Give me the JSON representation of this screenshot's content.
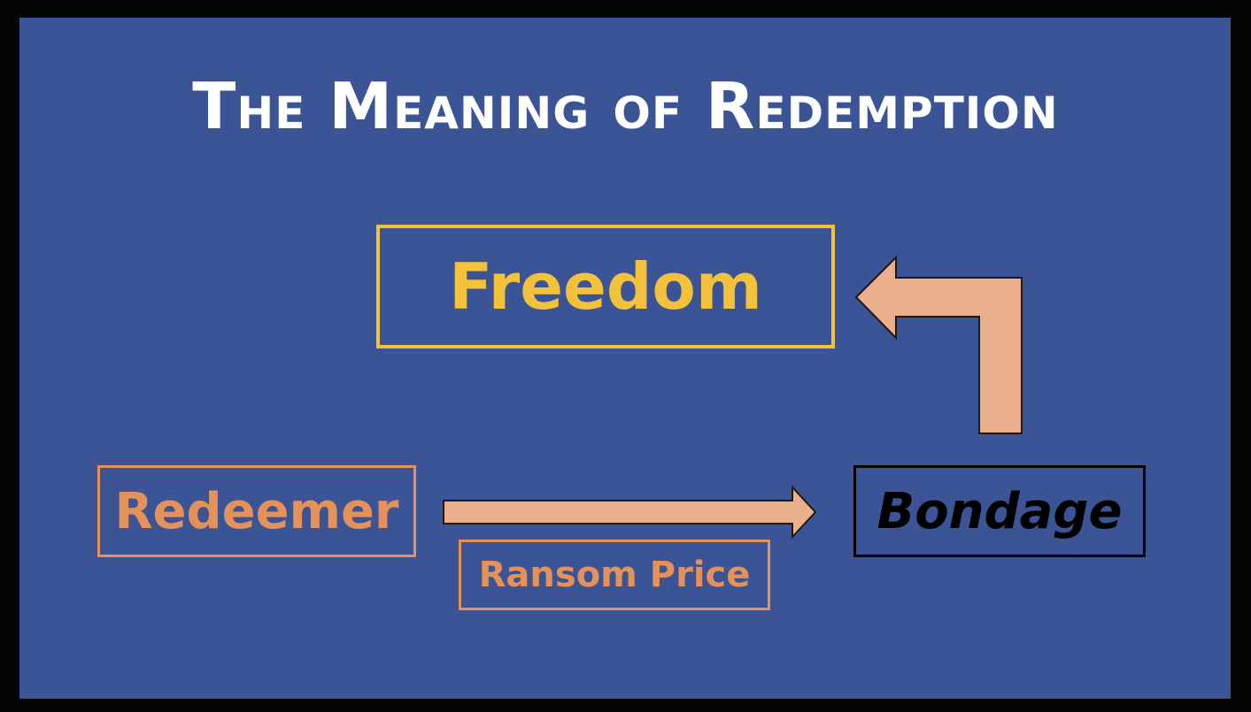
{
  "title": "The Meaning of Redemption",
  "nodes": {
    "freedom": "Freedom",
    "redeemer": "Redeemer",
    "ransom_price": "Ransom Price",
    "bondage": "Bondage"
  },
  "colors": {
    "background": "#3a5495",
    "freedom": "#f4c23a",
    "redeemer": "#e4915a",
    "arrow_fill": "#eab08c",
    "bondage": "#000000"
  }
}
